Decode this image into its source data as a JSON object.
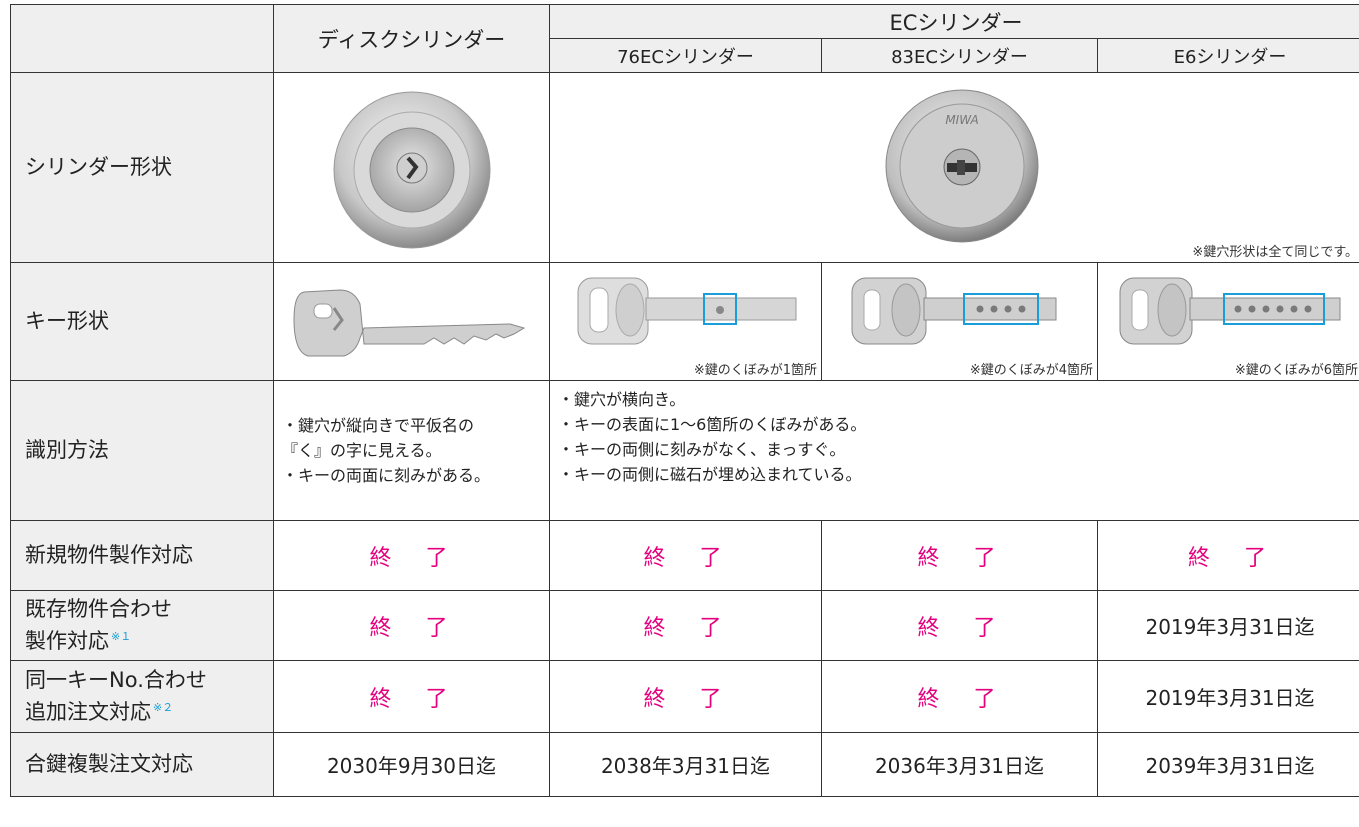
{
  "header": {
    "disk": "ディスクシリンダー",
    "ec_group": "ECシリンダー",
    "ec76": "76ECシリンダー",
    "ec83": "83ECシリンダー",
    "e6": "E6シリンダー"
  },
  "rows": {
    "cylinder_shape": "シリンダー形状",
    "key_shape": "キー形状",
    "identify": "識別方法",
    "new_property": "新規物件製作対応",
    "existing_line1": "既存物件合わせ",
    "existing_line2": "製作対応",
    "existing_note": "※１",
    "samekey_line1": "同一キーNo.合わせ",
    "samekey_line2": "追加注文対応",
    "samekey_note": "※２",
    "duplicate": "合鍵複製注文対応"
  },
  "images": {
    "ec_cylinder_caption": "※鍵穴形状は全て同じです。",
    "ec76_caption": "※鍵のくぼみが1箇所",
    "ec83_caption": "※鍵のくぼみが4箇所",
    "e6_caption": "※鍵のくぼみが6箇所",
    "brand": "MIWA"
  },
  "identify": {
    "disk_1": "・鍵穴が縦向きで平仮名の",
    "disk_2": "『く』の字に見える。",
    "disk_3": "・キーの両面に刻みがある。",
    "ec_1": "・鍵穴が横向き。",
    "ec_2": "・キーの表面に1〜6箇所のくぼみがある。",
    "ec_3": "・キーの両側に刻みがなく、まっすぐ。",
    "ec_4": "・キーの両側に磁石が埋め込まれている。"
  },
  "status": {
    "ended": "終　了"
  },
  "dates": {
    "e6_existing": "2019年3月31日迄",
    "e6_samekey": "2019年3月31日迄",
    "disk_dup": "2030年9月30日迄",
    "ec76_dup": "2038年3月31日迄",
    "ec83_dup": "2036年3月31日迄",
    "e6_dup": "2039年3月31日迄"
  },
  "colors": {
    "ended_text": "#e4007f",
    "note_text": "#1a9ed9",
    "highlight_box": "#1a9ed9",
    "header_bg": "#efefef"
  }
}
